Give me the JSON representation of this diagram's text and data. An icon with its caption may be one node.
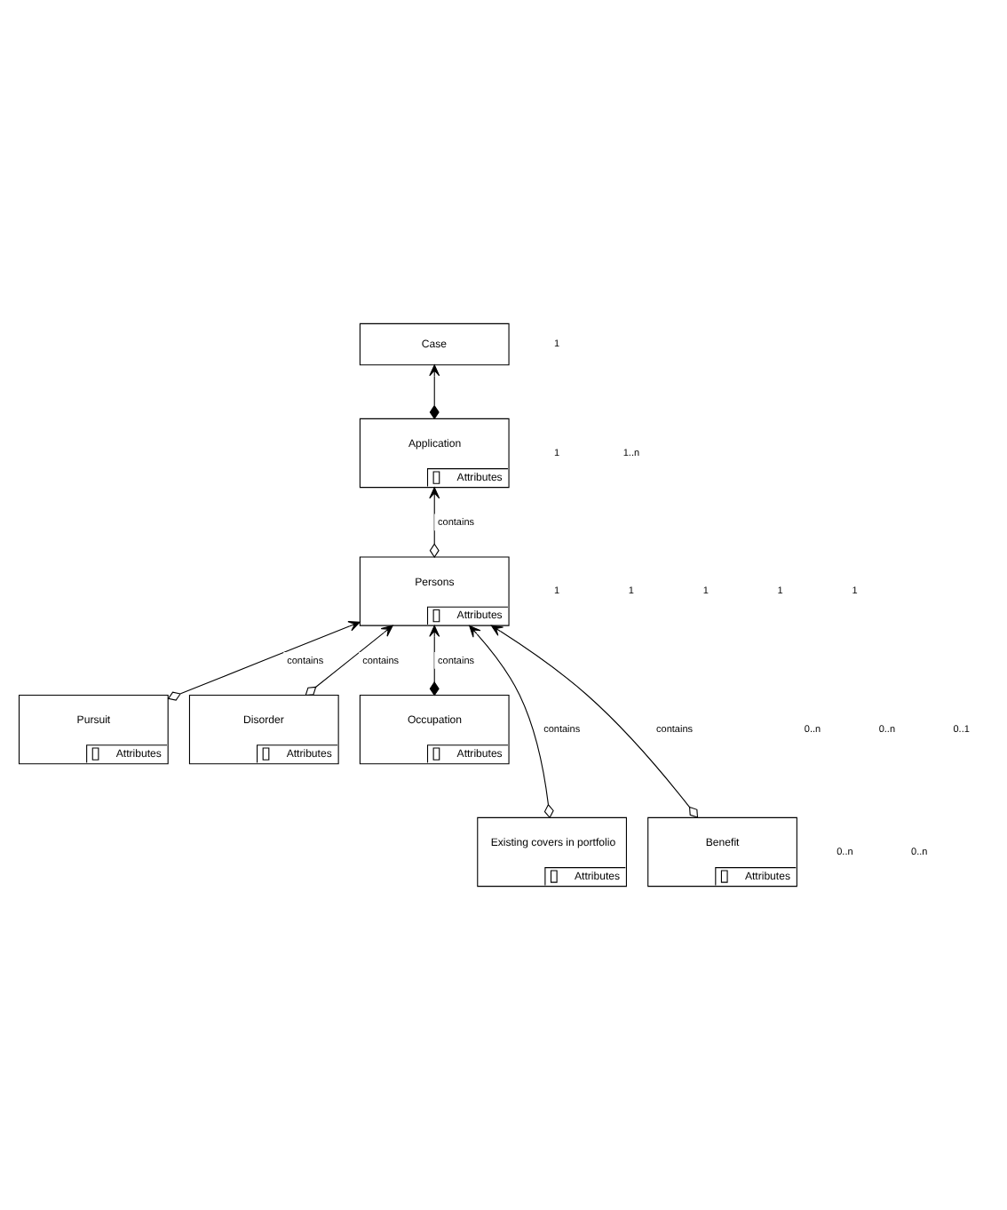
{
  "diagram": {
    "nodes": [
      {
        "text": [
          "Case"
        ]
      },
      {
        "text": [
          "Application",
          "Attributes"
        ]
      },
      {
        "text": [
          "Persons",
          "Attributes"
        ]
      },
      {
        "text": [
          "Pursuit",
          "Attributes"
        ]
      },
      {
        "text": [
          "Disorder",
          "Attributes"
        ]
      },
      {
        "text": [
          "Occupation",
          "Attributes"
        ]
      },
      {
        "text": [
          "Existing covers in portfolio",
          "Attributes"
        ]
      },
      {
        "text": [
          "Benefit",
          "Attributes"
        ]
      }
    ],
    "edges": [
      {
        "from": 1,
        "to": 0,
        "arrow": "to"
      },
      {
        "from": 2,
        "to": 1,
        "arrow": "to",
        "label": "contains"
      },
      {
        "from": 3,
        "to": 2,
        "arrow": "to",
        "label": "contains"
      },
      {
        "from": 4,
        "to": 2,
        "arrow": "to",
        "label": "contains"
      },
      {
        "from": 5,
        "to": 2,
        "arrow": "to",
        "label": "contains"
      },
      {
        "from": 6,
        "to": 2,
        "arrow": "to",
        "label": "contains"
      },
      {
        "from": 7,
        "to": 2,
        "arrow": "to",
        "label": "contains"
      }
    ],
    "labels": [
      "1",
      "1",
      "1..n",
      "1",
      "1",
      "1",
      "1",
      "1",
      "0..n",
      "0..n",
      "0..1",
      "0..n",
      "0..n"
    ]
  }
}
